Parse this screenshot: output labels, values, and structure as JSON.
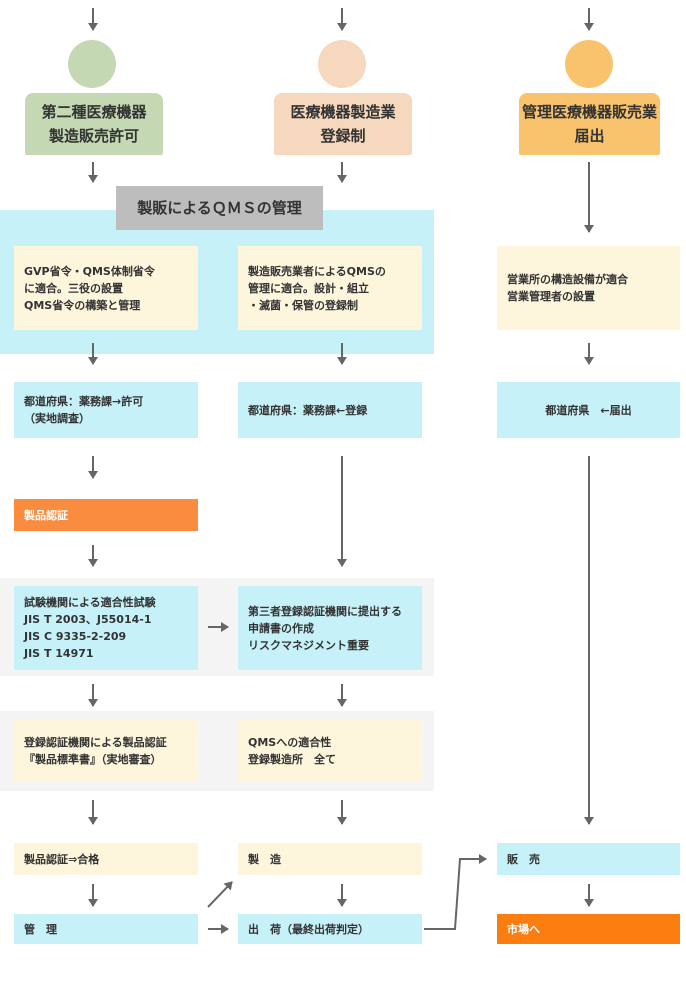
{
  "colors": {
    "green": "#c4d9b3",
    "peach": "#f5d8bd",
    "amber": "#f9c36e",
    "cyan": "#c7f1f9",
    "cream": "#fdf5dc",
    "orange": "#fa8c3f",
    "arrow": "#666666"
  },
  "columns": {
    "col1_title": [
      "第二種医療機器",
      "製造販売許可"
    ],
    "col2_title": [
      "医療機器製造業",
      "登録制"
    ],
    "col3_title": [
      "管理医療機器販売業",
      "届出"
    ]
  },
  "qms_title": "製販によるＱＭＳの管理",
  "qms_left": [
    "GVP省令・QMS体制省令",
    "に適合。三役の設置",
    "QMS省令の構築と管理"
  ],
  "qms_right": [
    "製造販売業者によるQMSの",
    "管理に適合。設計・組立",
    "・滅菌・保管の登録制"
  ],
  "col3_req": [
    "営業所の構造設備が適合",
    "営業管理者の設置"
  ],
  "pref1": [
    "都道府県：薬務課→許可",
    "（実地調査）"
  ],
  "pref2": "都道府県：薬務課←登録",
  "pref3": "都道府県　←届出",
  "cert_label": "製品認証",
  "test_box": [
    "試験機関による適合性試験",
    "JIS T 2003、J55014-1",
    "JIS C 9335-2-209",
    "JIS T 14971"
  ],
  "third_party": [
    "第三者登録認証機関に提出する",
    "申請書の作成",
    "リスクマネジメント重要"
  ],
  "cert_body": [
    "登録認証機関による製品認証",
    "『製品標準書』（実地審査）"
  ],
  "qms_conform": [
    "QMSへの適合性",
    "登録製造所　全て"
  ],
  "cert_pass": "製品認証⇒合格",
  "manufacture": "製　造",
  "sales": "販　売",
  "manage": "管　理",
  "shipping": "出　荷（最終出荷判定）",
  "market": "市場へ"
}
